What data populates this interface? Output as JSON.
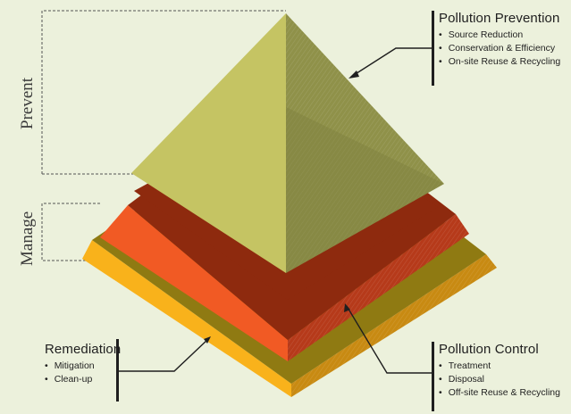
{
  "side_labels": {
    "prevent": "Prevent",
    "manage": "Manage"
  },
  "callouts": {
    "pollution_prevention": {
      "title": "Pollution Prevention",
      "items": [
        "Source Reduction",
        "Conservation & Efficiency",
        "On-site Reuse & Recycling"
      ]
    },
    "remediation": {
      "title": "Remediation",
      "items": [
        "Mitigation",
        "Clean-up"
      ]
    },
    "pollution_control": {
      "title": "Pollution Control",
      "items": [
        "Treatment",
        "Disposal",
        "Off-site Reuse & Recycling"
      ]
    }
  },
  "colors": {
    "background": "#ecf1dc",
    "pyramid_top_light": "#c5c463",
    "pyramid_top_dark": "#8f9149",
    "middle_band": "#f15a24",
    "middle_band_dark": "#b63a1a",
    "middle_inner": "#8e2a0e",
    "bottom_band": "#f9b21b",
    "bottom_band_dark": "#c88a12"
  }
}
